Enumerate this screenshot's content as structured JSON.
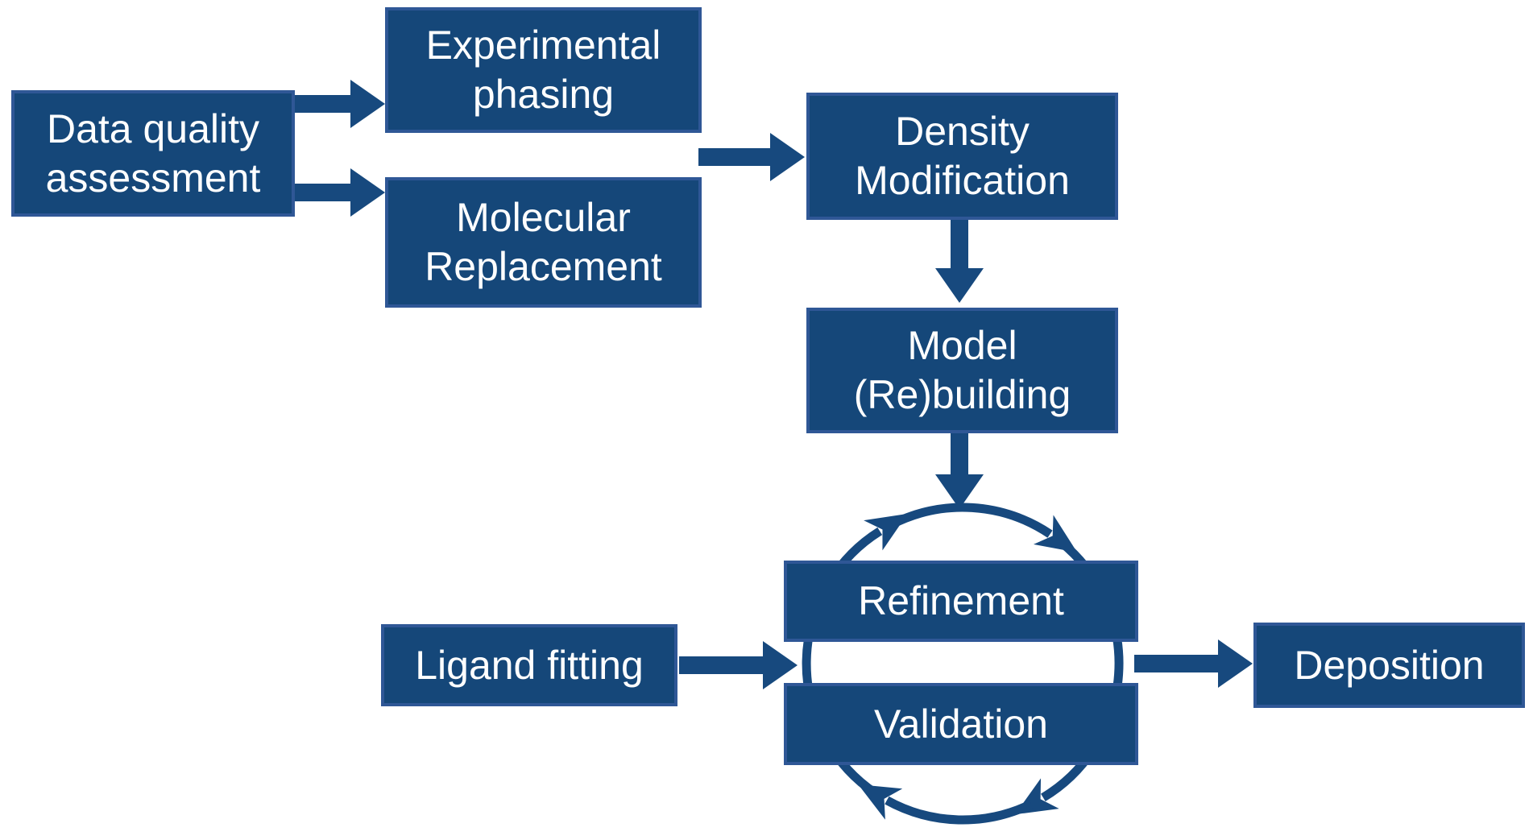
{
  "diagram": {
    "colors": {
      "background": "#FFFFFF",
      "node_fill": "#154779",
      "node_border": "#2F5796",
      "arrow": "#17497E",
      "text": "#FFFFFF"
    },
    "nodes": [
      {
        "id": "data-quality-assessment",
        "label": "Data quality assessment",
        "lines": [
          "Data quality",
          "assessment"
        ]
      },
      {
        "id": "experimental-phasing",
        "label": "Experimental phasing",
        "lines": [
          "Experimental",
          "phasing"
        ]
      },
      {
        "id": "molecular-replacement",
        "label": "Molecular Replacement",
        "lines": [
          "Molecular",
          "Replacement"
        ]
      },
      {
        "id": "density-modification",
        "label": "Density Modification",
        "lines": [
          "Density",
          "Modification"
        ]
      },
      {
        "id": "model-rebuilding",
        "label": "Model (Re)building",
        "lines": [
          "Model",
          "(Re)building"
        ]
      },
      {
        "id": "refinement",
        "label": "Refinement",
        "lines": [
          "Refinement"
        ]
      },
      {
        "id": "validation",
        "label": "Validation",
        "lines": [
          "Validation"
        ]
      },
      {
        "id": "ligand-fitting",
        "label": "Ligand fitting",
        "lines": [
          "Ligand fitting"
        ]
      },
      {
        "id": "deposition",
        "label": "Deposition",
        "lines": [
          "Deposition"
        ]
      }
    ],
    "cycle": {
      "direction": "clockwise",
      "between": [
        "Refinement",
        "Validation"
      ]
    }
  }
}
